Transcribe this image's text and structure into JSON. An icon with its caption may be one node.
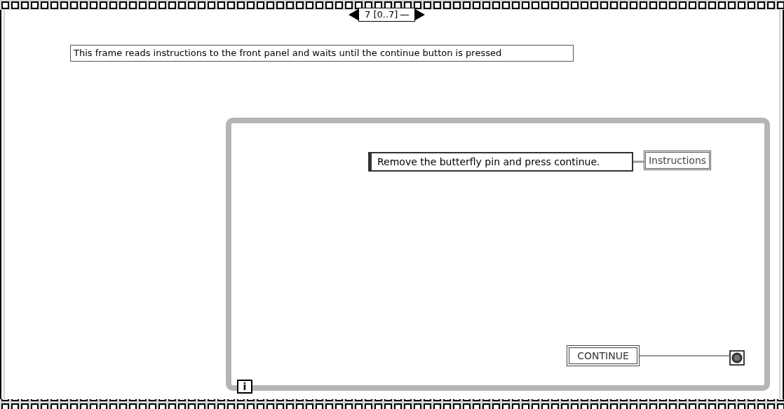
{
  "diagram": {
    "nodes": [
      {
        "text": [
          "7 [0..7]"
        ]
      },
      {
        "text": [
          "This frame reads instructions to the front panel and waits until the continue button is pressed"
        ],
        "in": 0
      },
      {
        "text": [],
        "shape": "box",
        "in": 0
      },
      {
        "text": [
          "Remove the butterfly pin and press continue."
        ],
        "in": 2
      },
      {
        "text": [
          "Instructions"
        ],
        "in": 2
      },
      {
        "text": [
          "CONTINUE"
        ],
        "in": 2
      },
      {
        "text": [],
        "shape": "box",
        "in": 2
      },
      {
        "text": [
          "i"
        ],
        "in": 2
      }
    ],
    "edges": [
      {
        "from": 3,
        "to": 4,
        "arrow": "none",
        "style": "thick",
        "color": "#999999"
      },
      {
        "from": 5,
        "to": 6,
        "arrow": "none",
        "color": "#333333"
      }
    ]
  }
}
